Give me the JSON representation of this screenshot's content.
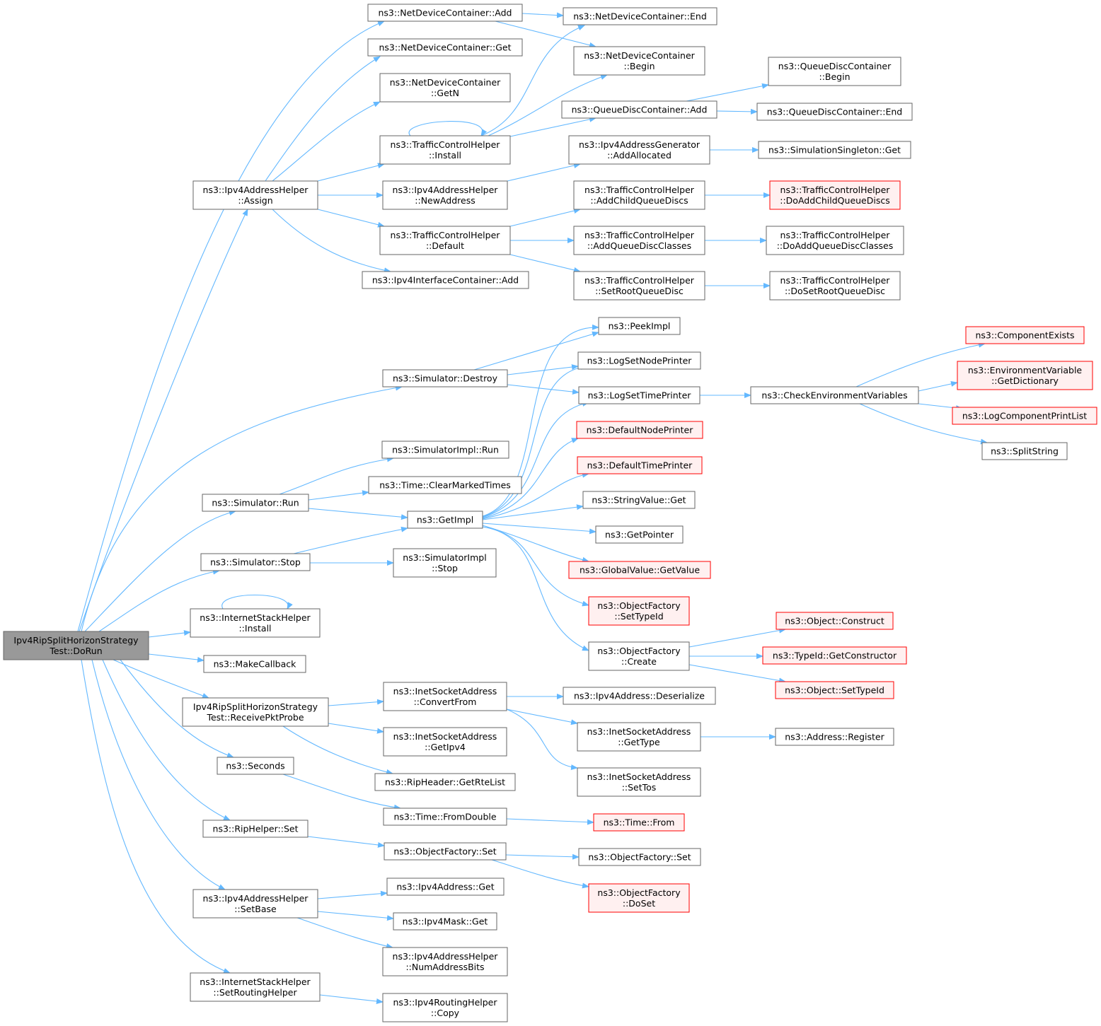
{
  "colors": {
    "edge": "#63b8ff",
    "node_fill": "#ffffff",
    "node_stroke": "#666666",
    "root_fill": "#999999",
    "trunc_fill": "#fff0f0",
    "trunc_stroke": "#ff0000",
    "text": "#000000"
  },
  "nodes": [
    {
      "id": "root",
      "lines": [
        "Ipv4RipSplitHorizonStrategy",
        "Test::DoRun"
      ],
      "style": "root"
    },
    {
      "id": "ndc_add",
      "lines": [
        "ns3::NetDeviceContainer::Add"
      ]
    },
    {
      "id": "ndc_get",
      "lines": [
        "ns3::NetDeviceContainer::Get"
      ]
    },
    {
      "id": "ndc_getn",
      "lines": [
        "ns3::NetDeviceContainer",
        "::GetN"
      ]
    },
    {
      "id": "tch_install",
      "lines": [
        "ns3::TrafficControlHelper",
        "::Install"
      ]
    },
    {
      "id": "iah_assign",
      "lines": [
        "ns3::Ipv4AddressHelper",
        "::Assign"
      ]
    },
    {
      "id": "iah_newaddr",
      "lines": [
        "ns3::Ipv4AddressHelper",
        "::NewAddress"
      ]
    },
    {
      "id": "tch_default",
      "lines": [
        "ns3::TrafficControlHelper",
        "::Default"
      ]
    },
    {
      "id": "iic_add",
      "lines": [
        "ns3::Ipv4InterfaceContainer::Add"
      ]
    },
    {
      "id": "ndc_end",
      "lines": [
        "ns3::NetDeviceContainer::End"
      ]
    },
    {
      "id": "ndc_begin",
      "lines": [
        "ns3::NetDeviceContainer",
        "::Begin"
      ]
    },
    {
      "id": "qdc_add",
      "lines": [
        "ns3::QueueDiscContainer::Add"
      ]
    },
    {
      "id": "qdc_begin",
      "lines": [
        "ns3::QueueDiscContainer",
        "::Begin"
      ]
    },
    {
      "id": "qdc_end",
      "lines": [
        "ns3::QueueDiscContainer::End"
      ]
    },
    {
      "id": "iag_alloc",
      "lines": [
        "ns3::Ipv4AddressGenerator",
        "::AddAllocated"
      ]
    },
    {
      "id": "simsingleton_get",
      "lines": [
        "ns3::SimulationSingleton::Get"
      ]
    },
    {
      "id": "tch_addchild",
      "lines": [
        "ns3::TrafficControlHelper",
        "::AddChildQueueDiscs"
      ]
    },
    {
      "id": "tch_doaddchild",
      "lines": [
        "ns3::TrafficControlHelper",
        "::DoAddChildQueueDiscs"
      ],
      "style": "trunc"
    },
    {
      "id": "tch_addclasses",
      "lines": [
        "ns3::TrafficControlHelper",
        "::AddQueueDiscClasses"
      ]
    },
    {
      "id": "tch_doaddclasses",
      "lines": [
        "ns3::TrafficControlHelper",
        "::DoAddQueueDiscClasses"
      ]
    },
    {
      "id": "tch_setroot",
      "lines": [
        "ns3::TrafficControlHelper",
        "::SetRootQueueDisc"
      ]
    },
    {
      "id": "tch_dosetroot",
      "lines": [
        "ns3::TrafficControlHelper",
        "::DoSetRootQueueDisc"
      ]
    },
    {
      "id": "sim_destroy",
      "lines": [
        "ns3::Simulator::Destroy"
      ]
    },
    {
      "id": "peekimpl",
      "lines": [
        "ns3::PeekImpl"
      ]
    },
    {
      "id": "logsetnode",
      "lines": [
        "ns3::LogSetNodePrinter"
      ]
    },
    {
      "id": "logsettime",
      "lines": [
        "ns3::LogSetTimePrinter"
      ]
    },
    {
      "id": "checkenv",
      "lines": [
        "ns3::CheckEnvironmentVariables"
      ]
    },
    {
      "id": "compexists",
      "lines": [
        "ns3::ComponentExists"
      ],
      "style": "trunc"
    },
    {
      "id": "envvar_getdict",
      "lines": [
        "ns3::EnvironmentVariable",
        "::GetDictionary"
      ],
      "style": "trunc"
    },
    {
      "id": "logcomp_print",
      "lines": [
        "ns3::LogComponentPrintList"
      ],
      "style": "trunc"
    },
    {
      "id": "splitstring",
      "lines": [
        "ns3::SplitString"
      ]
    },
    {
      "id": "defnodeprinter",
      "lines": [
        "ns3::DefaultNodePrinter"
      ],
      "style": "trunc"
    },
    {
      "id": "deftimeprinter",
      "lines": [
        "ns3::DefaultTimePrinter"
      ],
      "style": "trunc"
    },
    {
      "id": "simimpl_run",
      "lines": [
        "ns3::SimulatorImpl::Run"
      ]
    },
    {
      "id": "time_clearmarked",
      "lines": [
        "ns3::Time::ClearMarkedTimes"
      ]
    },
    {
      "id": "sim_run",
      "lines": [
        "ns3::Simulator::Run"
      ]
    },
    {
      "id": "getimpl",
      "lines": [
        "ns3::GetImpl"
      ]
    },
    {
      "id": "strval_get",
      "lines": [
        "ns3::StringValue::Get"
      ]
    },
    {
      "id": "getpointer",
      "lines": [
        "ns3::GetPointer"
      ]
    },
    {
      "id": "gv_getvalue",
      "lines": [
        "ns3::GlobalValue::GetValue"
      ],
      "style": "trunc"
    },
    {
      "id": "sim_stop",
      "lines": [
        "ns3::Simulator::Stop"
      ]
    },
    {
      "id": "simimpl_stop",
      "lines": [
        "ns3::SimulatorImpl",
        "::Stop"
      ]
    },
    {
      "id": "of_settypeid",
      "lines": [
        "ns3::ObjectFactory",
        "::SetTypeId"
      ],
      "style": "trunc"
    },
    {
      "id": "ish_install",
      "lines": [
        "ns3::InternetStackHelper",
        "::Install"
      ]
    },
    {
      "id": "of_create",
      "lines": [
        "ns3::ObjectFactory",
        "::Create"
      ]
    },
    {
      "id": "obj_construct",
      "lines": [
        "ns3::Object::Construct"
      ],
      "style": "trunc"
    },
    {
      "id": "typeid_getctor",
      "lines": [
        "ns3::TypeId::GetConstructor"
      ],
      "style": "trunc"
    },
    {
      "id": "obj_settypeid",
      "lines": [
        "ns3::Object::SetTypeId"
      ],
      "style": "trunc"
    },
    {
      "id": "makecallback",
      "lines": [
        "ns3::MakeCallback"
      ]
    },
    {
      "id": "recvprobe",
      "lines": [
        "Ipv4RipSplitHorizonStrategy",
        "Test::ReceivePktProbe"
      ]
    },
    {
      "id": "isa_convert",
      "lines": [
        "ns3::InetSocketAddress",
        "::ConvertFrom"
      ]
    },
    {
      "id": "ipv4addr_deser",
      "lines": [
        "ns3::Ipv4Address::Deserialize"
      ]
    },
    {
      "id": "isa_gettype",
      "lines": [
        "ns3::InetSocketAddress",
        "::GetType"
      ]
    },
    {
      "id": "addr_register",
      "lines": [
        "ns3::Address::Register"
      ]
    },
    {
      "id": "isa_getipv4",
      "lines": [
        "ns3::InetSocketAddress",
        "::GetIpv4"
      ]
    },
    {
      "id": "isa_settos",
      "lines": [
        "ns3::InetSocketAddress",
        "::SetTos"
      ]
    },
    {
      "id": "rip_getrte",
      "lines": [
        "ns3::RipHeader::GetRteList"
      ]
    },
    {
      "id": "seconds",
      "lines": [
        "ns3::Seconds"
      ]
    },
    {
      "id": "time_fromdouble",
      "lines": [
        "ns3::Time::FromDouble"
      ]
    },
    {
      "id": "time_from",
      "lines": [
        "ns3::Time::From"
      ],
      "style": "trunc"
    },
    {
      "id": "riphelper_set",
      "lines": [
        "ns3::RipHelper::Set"
      ]
    },
    {
      "id": "of_set1",
      "lines": [
        "ns3::ObjectFactory::Set"
      ]
    },
    {
      "id": "of_set2",
      "lines": [
        "ns3::ObjectFactory::Set"
      ]
    },
    {
      "id": "of_doset",
      "lines": [
        "ns3::ObjectFactory",
        "::DoSet"
      ],
      "style": "trunc"
    },
    {
      "id": "ipv4addr_get",
      "lines": [
        "ns3::Ipv4Address::Get"
      ]
    },
    {
      "id": "iah_setbase",
      "lines": [
        "ns3::Ipv4AddressHelper",
        "::SetBase"
      ]
    },
    {
      "id": "ipv4mask_get",
      "lines": [
        "ns3::Ipv4Mask::Get"
      ]
    },
    {
      "id": "iah_numbits",
      "lines": [
        "ns3::Ipv4AddressHelper",
        "::NumAddressBits"
      ]
    },
    {
      "id": "ish_setrouting",
      "lines": [
        "ns3::InternetStackHelper",
        "::SetRoutingHelper"
      ]
    },
    {
      "id": "irh_copy",
      "lines": [
        "ns3::Ipv4RoutingHelper",
        "::Copy"
      ]
    }
  ]
}
